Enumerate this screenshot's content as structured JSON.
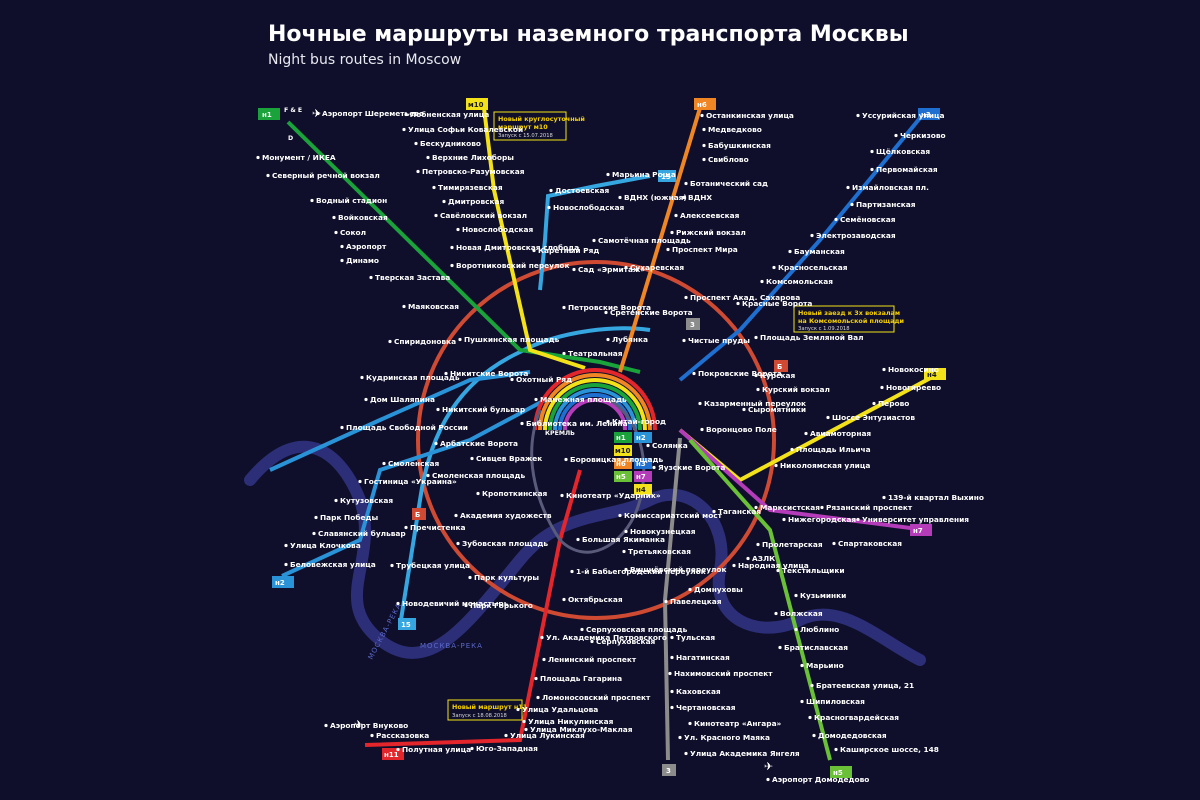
{
  "header": {
    "title": "Ночные маршруты наземного транспорта Москвы",
    "subtitle": "Night bus routes in Moscow"
  },
  "colors": {
    "background": "#0f0f2b",
    "h1": "#1aa33a",
    "h2": "#2a93d8",
    "h3": "#1f6fd0",
    "h4": "#f3e21a",
    "h5": "#6ac036",
    "h6": "#f08524",
    "h7": "#b43cb8",
    "h11": "#e3252c",
    "m10": "#f3e21a",
    "r3": "#8c8c8c",
    "b": "#cf4a32",
    "r15": "#36a6e0",
    "k": "#c7d933",
    "river": "#2c2f78"
  },
  "routes": [
    {
      "id": "н1",
      "label": "н1",
      "color": "#1aa33a"
    },
    {
      "id": "н2",
      "label": "н2",
      "color": "#2a93d8"
    },
    {
      "id": "н3",
      "label": "н3",
      "color": "#1f6fd0"
    },
    {
      "id": "н4",
      "label": "н4",
      "color": "#f3e21a"
    },
    {
      "id": "н5",
      "label": "н5",
      "color": "#6ac036"
    },
    {
      "id": "н6",
      "label": "н6",
      "color": "#f08524"
    },
    {
      "id": "н7",
      "label": "н7",
      "color": "#b43cb8"
    },
    {
      "id": "н11",
      "label": "н11",
      "color": "#e3252c"
    },
    {
      "id": "м10",
      "label": "м10",
      "color": "#f3e21a"
    },
    {
      "id": "3",
      "label": "3",
      "color": "#8c8c8c"
    },
    {
      "id": "Б",
      "label": "Б",
      "color": "#cf4a32"
    },
    {
      "id": "15",
      "label": "15",
      "color": "#36a6e0"
    }
  ],
  "labels": {
    "fe": "F & E",
    "d": "D",
    "river1": "МОСКВА-РЕКА",
    "river2": "МОСКВА-РЕКА",
    "kreml": "КРЕМЛЬ",
    "circle_b": "Б",
    "kitai_b1": "н1",
    "kitai_b2": "н2",
    "kitai_b3": "м10",
    "kitai_b4": "н6",
    "kitai_b5": "н3",
    "kitai_b6": "н5",
    "kitai_b7": "н7",
    "kitai_b8": "н4"
  },
  "notes": {
    "m10": {
      "line1": "Новый круглосуточный",
      "line2": "маршрут м10",
      "date": "Запуск с 15.07.2018"
    },
    "komsomol": {
      "line1": "Новый заезд к 3x вокзалам",
      "line2": "на Комсомольской площади",
      "date": "Запуск с 1.09.2018"
    },
    "h11": {
      "line1": "Новый маршрут н11",
      "date": "Запуск с 18.08.2018"
    }
  },
  "stations": [
    {
      "id": "s1",
      "name": "Аэропорт Шереметьево"
    },
    {
      "id": "s2",
      "name": "Монумент / ИКЕА"
    },
    {
      "id": "s3",
      "name": "Северный речной вокзал"
    },
    {
      "id": "s4",
      "name": "Водный стадион"
    },
    {
      "id": "s5",
      "name": "Войковская"
    },
    {
      "id": "s6",
      "name": "Сокол"
    },
    {
      "id": "s7",
      "name": "Аэропорт"
    },
    {
      "id": "s8",
      "name": "Динамо"
    },
    {
      "id": "s9",
      "name": "Тверская Застава"
    },
    {
      "id": "s10",
      "name": "Маяковская"
    },
    {
      "id": "s11",
      "name": "Лобненская улица"
    },
    {
      "id": "s12",
      "name": "Улица Софьи Ковалевской"
    },
    {
      "id": "s13",
      "name": "Бескудниково"
    },
    {
      "id": "s14",
      "name": "Верхние Лихоборы"
    },
    {
      "id": "s15",
      "name": "Петровско-Разумовская"
    },
    {
      "id": "s16",
      "name": "Тимирязевская"
    },
    {
      "id": "s17",
      "name": "Дмитровская"
    },
    {
      "id": "s18",
      "name": "Савёловский вокзал"
    },
    {
      "id": "s19",
      "name": "Новослободская"
    },
    {
      "id": "s20",
      "name": "Новая Дмитровская слобода"
    },
    {
      "id": "s21",
      "name": "Воротниковский переулок"
    },
    {
      "id": "s22",
      "name": "Пушкинская площадь"
    },
    {
      "id": "s23",
      "name": "Марьина Роща"
    },
    {
      "id": "s24",
      "name": "Достоевская"
    },
    {
      "id": "s25",
      "name": "Новослободская"
    },
    {
      "id": "s26",
      "name": "Каретный Ряд"
    },
    {
      "id": "s27",
      "name": "Самотёчная площадь"
    },
    {
      "id": "s28",
      "name": "Сад «Эрмитаж»"
    },
    {
      "id": "s29",
      "name": "Петровские Ворота"
    },
    {
      "id": "s30",
      "name": "Театральная"
    },
    {
      "id": "s31",
      "name": "ВДНХ (южная)"
    },
    {
      "id": "s32",
      "name": "Останкинская улица"
    },
    {
      "id": "s33",
      "name": "Медведково"
    },
    {
      "id": "s34",
      "name": "Бабушкинская"
    },
    {
      "id": "s35",
      "name": "Свиблово"
    },
    {
      "id": "s36",
      "name": "Ботанический сад"
    },
    {
      "id": "s37",
      "name": "ВДНХ"
    },
    {
      "id": "s38",
      "name": "Алексеевская"
    },
    {
      "id": "s39",
      "name": "Рижский вокзал"
    },
    {
      "id": "s40",
      "name": "Проспект Мира"
    },
    {
      "id": "s41",
      "name": "Сухаревская"
    },
    {
      "id": "s42",
      "name": "Проспект Акад. Сахарова"
    },
    {
      "id": "s43",
      "name": "Сретенские Ворота"
    },
    {
      "id": "s44",
      "name": "Лубянка"
    },
    {
      "id": "s45",
      "name": "Чистые пруды"
    },
    {
      "id": "s46",
      "name": "Уссурийская улица"
    },
    {
      "id": "s47",
      "name": "Черкизово"
    },
    {
      "id": "s48",
      "name": "Щёлковская"
    },
    {
      "id": "s49",
      "name": "Первомайская"
    },
    {
      "id": "s50",
      "name": "Измайловская пл."
    },
    {
      "id": "s51",
      "name": "Партизанская"
    },
    {
      "id": "s52",
      "name": "Семёновская"
    },
    {
      "id": "s53",
      "name": "Электрозаводская"
    },
    {
      "id": "s54",
      "name": "Бауманская"
    },
    {
      "id": "s55",
      "name": "Красносельская"
    },
    {
      "id": "s56",
      "name": "Комсомольская"
    },
    {
      "id": "s57",
      "name": "Красные Ворота"
    },
    {
      "id": "s58",
      "name": "Площадь Земляной Вал"
    },
    {
      "id": "s59",
      "name": "Новокосино"
    },
    {
      "id": "s60",
      "name": "Новогиреево"
    },
    {
      "id": "s61",
      "name": "Перово"
    },
    {
      "id": "s62",
      "name": "Шоссе Энтузиастов"
    },
    {
      "id": "s63",
      "name": "Авиамоторная"
    },
    {
      "id": "s64",
      "name": "Площадь Ильича"
    },
    {
      "id": "s65",
      "name": "Николоямская улица"
    },
    {
      "id": "s66",
      "name": "Курская"
    },
    {
      "id": "s67",
      "name": "Курский вокзал"
    },
    {
      "id": "s68",
      "name": "Сыромятники"
    },
    {
      "id": "s69",
      "name": "Покровские Ворота"
    },
    {
      "id": "s70",
      "name": "Казарменный переулок"
    },
    {
      "id": "s71",
      "name": "Воронцово Поле"
    },
    {
      "id": "s72",
      "name": "Солянка"
    },
    {
      "id": "s73",
      "name": "Яузские Ворота"
    },
    {
      "id": "s74",
      "name": "Китай-город"
    },
    {
      "id": "s75",
      "name": "Марксистская"
    },
    {
      "id": "s76",
      "name": "Таганская"
    },
    {
      "id": "s77",
      "name": "Нижегородская"
    },
    {
      "id": "s78",
      "name": "Рязанский проспект"
    },
    {
      "id": "s79",
      "name": "Университет управления"
    },
    {
      "id": "s80",
      "name": "Спартаковская"
    },
    {
      "id": "s81",
      "name": "Пролетарская"
    },
    {
      "id": "s82",
      "name": "АЗЛК"
    },
    {
      "id": "s83",
      "name": "Текстильщики"
    },
    {
      "id": "s84",
      "name": "Кузьминки"
    },
    {
      "id": "s85",
      "name": "Волжская"
    },
    {
      "id": "s86",
      "name": "Люблино"
    },
    {
      "id": "s87",
      "name": "Братиславская"
    },
    {
      "id": "s88",
      "name": "Марьино"
    },
    {
      "id": "s89",
      "name": "Братеевская улица, 21"
    },
    {
      "id": "s90",
      "name": "Шипиловская"
    },
    {
      "id": "s91",
      "name": "Красногвардейская"
    },
    {
      "id": "s92",
      "name": "Домодедовская"
    },
    {
      "id": "s93",
      "name": "Каширское шоссе, 148"
    },
    {
      "id": "s94",
      "name": "Аэропорт Домодедово"
    },
    {
      "id": "s95",
      "name": "139-й квартал Выхино"
    },
    {
      "id": "s96",
      "name": "Спиридоновка"
    },
    {
      "id": "s97",
      "name": "Кудринская площадь"
    },
    {
      "id": "s98",
      "name": "Дом Шаляпина"
    },
    {
      "id": "s99",
      "name": "Никитские Ворота"
    },
    {
      "id": "s100",
      "name": "Охотный Ряд"
    },
    {
      "id": "s101",
      "name": "Никитский бульвар"
    },
    {
      "id": "s102",
      "name": "Площадь Свободной России"
    },
    {
      "id": "s103",
      "name": "Манежная площадь"
    },
    {
      "id": "s104",
      "name": "Библиотека им. Ленина"
    },
    {
      "id": "s105",
      "name": "Арбатские Ворота"
    },
    {
      "id": "s106",
      "name": "Сивцев Вражек"
    },
    {
      "id": "s107",
      "name": "Боровицкая площадь"
    },
    {
      "id": "s108",
      "name": "Смоленская"
    },
    {
      "id": "s109",
      "name": "Смоленская площадь"
    },
    {
      "id": "s110",
      "name": "Гостиница «Украина»"
    },
    {
      "id": "s111",
      "name": "Кутузовская"
    },
    {
      "id": "s112",
      "name": "Парк Победы"
    },
    {
      "id": "s113",
      "name": "Славянский бульвар"
    },
    {
      "id": "s114",
      "name": "Улица Клочкова"
    },
    {
      "id": "s115",
      "name": "Беловежская улица"
    },
    {
      "id": "s116",
      "name": "Кропоткинская"
    },
    {
      "id": "s117",
      "name": "Академия художеств"
    },
    {
      "id": "s118",
      "name": "Пречистенка"
    },
    {
      "id": "s119",
      "name": "Зубовская площадь"
    },
    {
      "id": "s120",
      "name": "Трубецкая улица"
    },
    {
      "id": "s121",
      "name": "Новодевичий монастырь"
    },
    {
      "id": "s122",
      "name": "Парк культуры"
    },
    {
      "id": "s123",
      "name": "Парк Горького"
    },
    {
      "id": "s124",
      "name": "Кинотеатр «Ударник»"
    },
    {
      "id": "s125",
      "name": "Большая Якиманка"
    },
    {
      "id": "s126",
      "name": "1-й Бабьегородский переулок"
    },
    {
      "id": "s127",
      "name": "Октябрьская"
    },
    {
      "id": "s128",
      "name": "Серпуховская площадь"
    },
    {
      "id": "s129",
      "name": "Ул. Академика Петровского"
    },
    {
      "id": "s130",
      "name": "Ленинский проспект"
    },
    {
      "id": "s131",
      "name": "Площадь Гагарина"
    },
    {
      "id": "s132",
      "name": "Ломоносовский проспект"
    },
    {
      "id": "s133",
      "name": "Улица Удальцова"
    },
    {
      "id": "s134",
      "name": "Улица Никулинская"
    },
    {
      "id": "s135",
      "name": "Улица Лукинская"
    },
    {
      "id": "s136",
      "name": "Улица Миклухо-Маклая"
    },
    {
      "id": "s137",
      "name": "Юго-Западная"
    },
    {
      "id": "s138",
      "name": "Аэропорт Внуково"
    },
    {
      "id": "s139",
      "name": "Рассказовка"
    },
    {
      "id": "s140",
      "name": "Полутная улица"
    },
    {
      "id": "s141",
      "name": "Комиссариатский мост"
    },
    {
      "id": "s142",
      "name": "Новокузнецкая"
    },
    {
      "id": "s143",
      "name": "Третьяковская"
    },
    {
      "id": "s144",
      "name": "Вишнёвский переулок"
    },
    {
      "id": "s145",
      "name": "Народная улица"
    },
    {
      "id": "s146",
      "name": "Домнуховы"
    },
    {
      "id": "s147",
      "name": "Павелецкая"
    },
    {
      "id": "s148",
      "name": "Тульская"
    },
    {
      "id": "s149",
      "name": "Нагатинская"
    },
    {
      "id": "s150",
      "name": "Нахимовский проспект"
    },
    {
      "id": "s151",
      "name": "Каховская"
    },
    {
      "id": "s152",
      "name": "Чертановская"
    },
    {
      "id": "s153",
      "name": "Кинотеатр «Ангара»"
    },
    {
      "id": "s154",
      "name": "Ул. Красного Маяка"
    },
    {
      "id": "s155",
      "name": "Улица Академика Янгеля"
    },
    {
      "id": "s156",
      "name": "Серпуховская"
    }
  ]
}
